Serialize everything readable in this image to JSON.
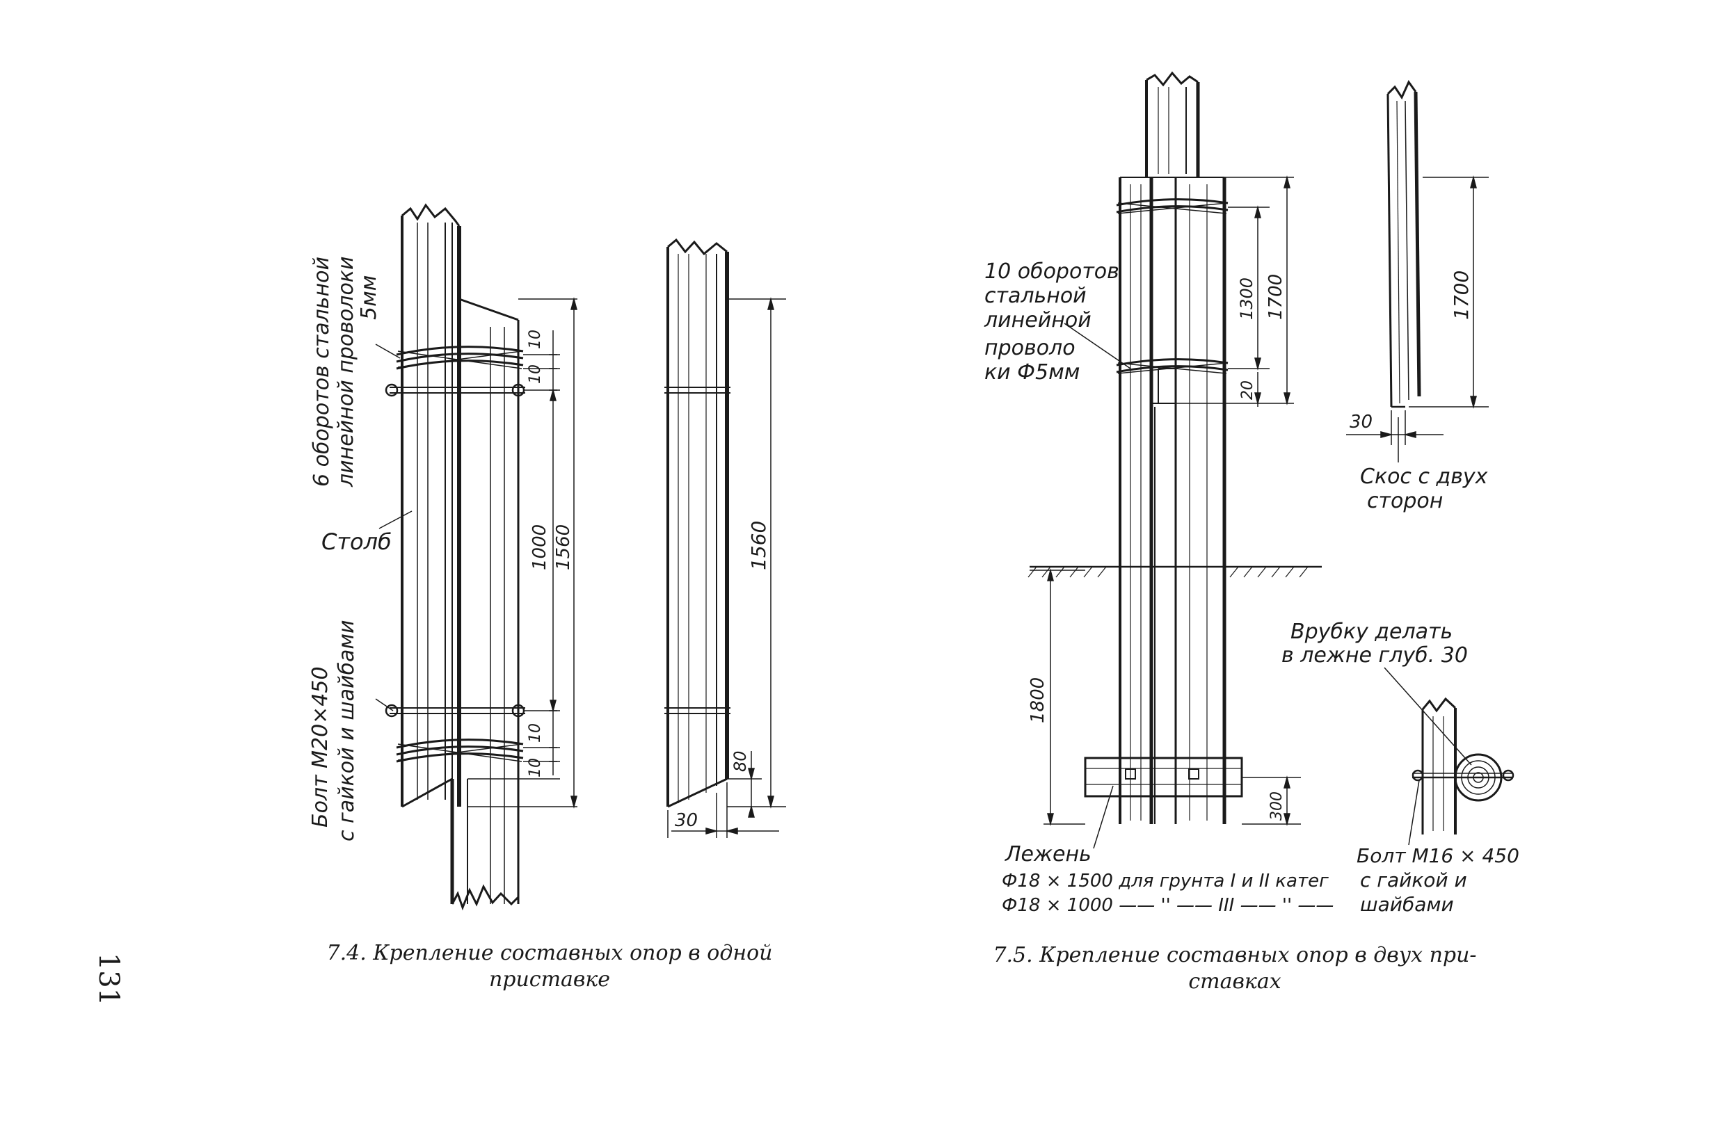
{
  "page_number": "131",
  "fig74": {
    "caption_line1": "7.4. Крепление составных опор в одной",
    "caption_line2": "приставке",
    "wire_label_line1": "6 оборотов стальной",
    "wire_label_line2": "линейной проволоки",
    "wire_label_line3": "5мм",
    "post_label": "Столб",
    "bolt_label_line1": "Болт М20×450",
    "bolt_label_line2": "с гайкой и шайбами",
    "dim_10a": "10",
    "dim_10b": "10",
    "dim_10c": "10",
    "dim_10d": "10",
    "dim_1000": "1000",
    "dim_1560": "1560",
    "dim_1560_side": "1560",
    "dim_80": "80",
    "dim_30": "30"
  },
  "fig75": {
    "caption_line1": "7.5. Крепление составных опор в двух при-",
    "caption_line2": "ставках",
    "wire_label_line1": "10 оборотов",
    "wire_label_line2": "стальной",
    "wire_label_line3": "линейной",
    "wire_label_line4": "проволо",
    "wire_label_line5": "ки Ф5мм",
    "dim_1300": "1300",
    "dim_1700": "1700",
    "dim_20": "20",
    "dim_1700_side": "1700",
    "dim_30": "30",
    "bevel_label_line1": "Скос с двух",
    "bevel_label_line2": "сторон",
    "dim_1800": "1800",
    "dim_300": "300",
    "sill_label": "Лежень",
    "sill_line1": "Ф18 × 1500  для грунта I и II катег",
    "sill_line2": "Ф18 × 1000  —— '' ——  III  —— '' ——",
    "notch_label_line1": "Врубку делать",
    "notch_label_line2": "в лежне глуб. 30",
    "bolt_label_line1": "Болт М16 × 450",
    "bolt_label_line2": "с гайкой  и",
    "bolt_label_line3": "шайбами"
  }
}
